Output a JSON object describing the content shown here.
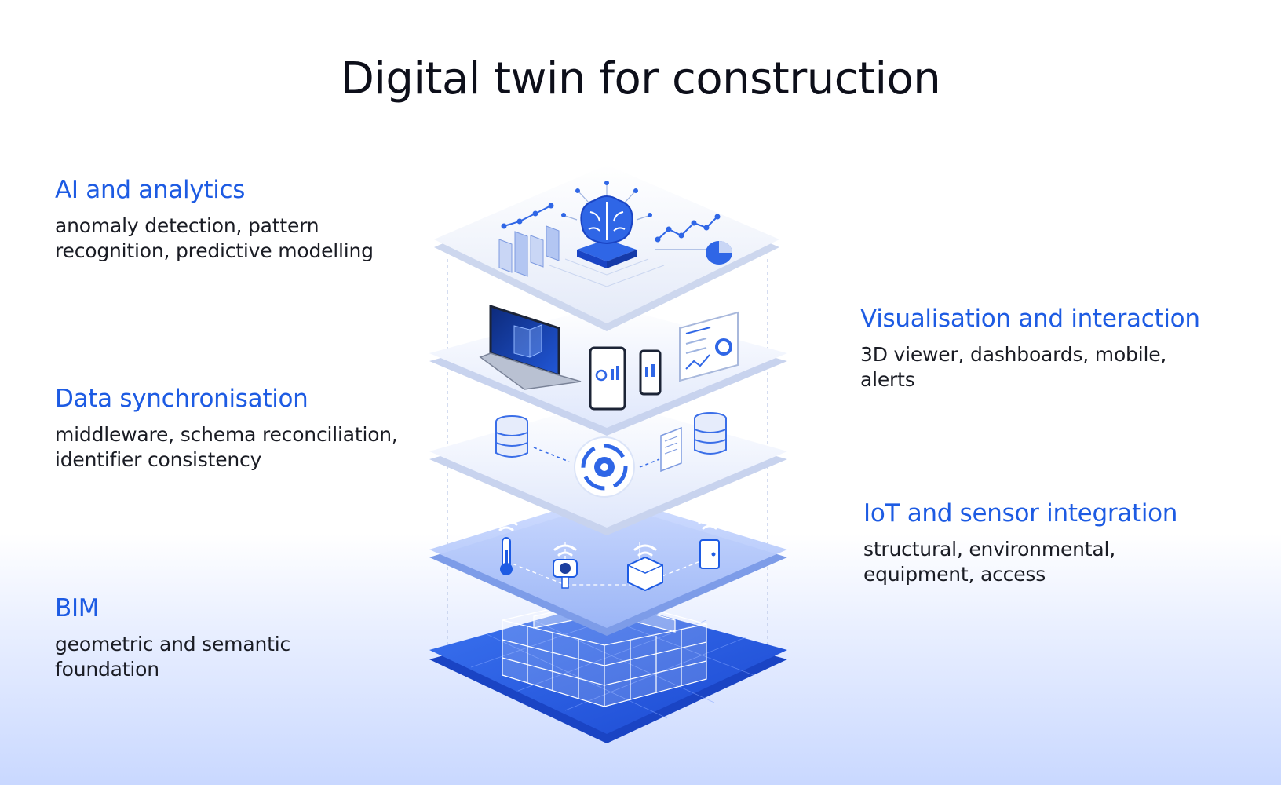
{
  "title": "Digital twin for construction",
  "layers": {
    "ai": {
      "title": "AI and analytics",
      "desc": [
        "anomaly detection, pattern",
        "recognition, predictive modelling"
      ]
    },
    "visualisation": {
      "title": "Visualisation and interaction",
      "desc": [
        "3D viewer, dashboards, mobile,",
        "alerts"
      ]
    },
    "data_sync": {
      "title": "Data synchronisation",
      "desc": [
        "middleware, schema reconciliation,",
        "identifier consistency"
      ]
    },
    "iot": {
      "title": "IoT and sensor integration",
      "desc": [
        "structural, environmental,",
        "equipment, access"
      ]
    },
    "bim": {
      "title": "BIM",
      "desc": [
        "geometric and semantic",
        "foundation"
      ]
    }
  },
  "colors": {
    "accent": "#1d5be3",
    "text": "#1a1c24",
    "title": "#0d0f1a",
    "bim_plate": "#2a62e6"
  },
  "icons": [
    "brain-chip-icon",
    "bar-chart-icon",
    "line-chart-icon",
    "pie-chart-icon",
    "laptop-icon",
    "tablet-icon",
    "phone-icon",
    "dashboard-icon",
    "database-icon",
    "sync-gear-icon",
    "document-icon",
    "thermometer-icon",
    "camera-icon",
    "sensor-hub-icon",
    "access-door-icon",
    "wifi-icon",
    "building-model-icon"
  ]
}
